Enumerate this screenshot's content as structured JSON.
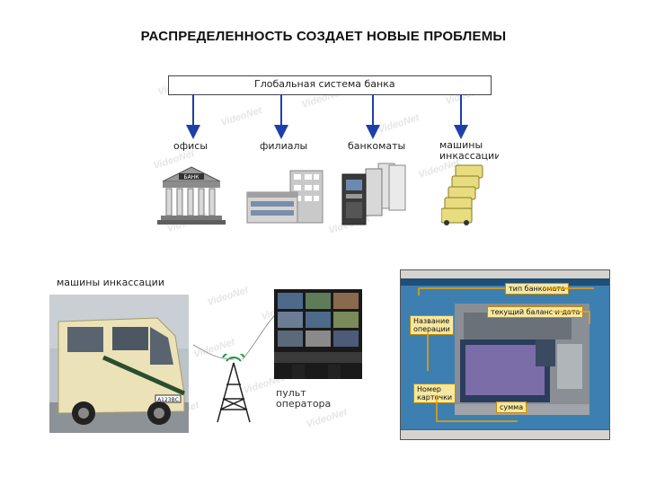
{
  "title": "РАСПРЕДЕЛЕННОСТЬ СОЗДАЕТ НОВЫЕ ПРОБЛЕМЫ",
  "watermark": "VideoNet",
  "diagram": {
    "header": "Глобальная система банка",
    "nodes": [
      {
        "label": "офисы"
      },
      {
        "label": "филиалы"
      },
      {
        "label": "банкоматы"
      },
      {
        "label": "машины\nинкассации"
      }
    ],
    "bank_sign": "БАНК"
  },
  "van_panel": {
    "label": "машины инкассации",
    "operator_label": "пульт\nоператора",
    "plate": "А123ВС"
  },
  "atm_panel": {
    "callouts": {
      "top": "тип банкомата",
      "balance": "текущий баланс и дата",
      "operation": "Название\nоперации",
      "card": "Номер\nкарточки",
      "sum": "сумма"
    }
  },
  "colors": {
    "arrow": "#1f3fa8",
    "accent": "#f1a300",
    "van_body": "#e9dfb3",
    "atm_bg": "#2c6a9a"
  }
}
